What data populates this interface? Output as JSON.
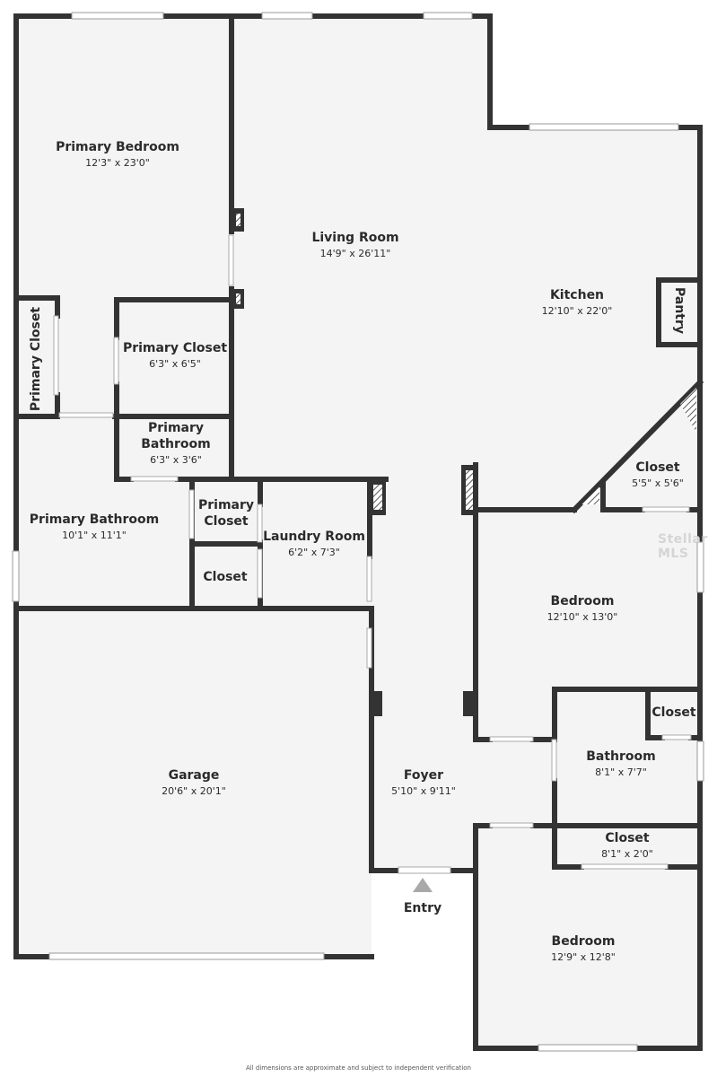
{
  "rooms": {
    "primary_bedroom": {
      "name": "Primary Bedroom",
      "dims": "12'3\" x 23'0\""
    },
    "living_room": {
      "name": "Living Room",
      "dims": "14'9\" x 26'11\""
    },
    "kitchen": {
      "name": "Kitchen",
      "dims": "12'10\" x 22'0\""
    },
    "pantry": {
      "name": "Pantry"
    },
    "primary_closet_side": {
      "name": "Primary Closet"
    },
    "primary_closet": {
      "name": "Primary Closet",
      "dims": "6'3\" x 6'5\""
    },
    "primary_bathroom_small": {
      "name": "Primary\nBathroom",
      "line1": "Primary",
      "line2": "Bathroom",
      "dims": "6'3\" x 3'6\""
    },
    "closet_kitchen": {
      "name": "Closet",
      "dims": "5'5\" x 5'6\""
    },
    "primary_bathroom": {
      "name": "Primary Bathroom",
      "dims": "10'1\" x 11'1\""
    },
    "primary_closet_small": {
      "line1": "Primary",
      "line2": "Closet"
    },
    "laundry_room": {
      "name": "Laundry Room",
      "dims": "6'2\" x 7'3\""
    },
    "closet_laundry": {
      "name": "Closet"
    },
    "bedroom_1": {
      "name": "Bedroom",
      "dims": "12'10\" x 13'0\""
    },
    "closet_bath": {
      "name": "Closet"
    },
    "bathroom": {
      "name": "Bathroom",
      "dims": "8'1\" x 7'7\""
    },
    "garage": {
      "name": "Garage",
      "dims": "20'6\" x 20'1\""
    },
    "foyer": {
      "name": "Foyer",
      "dims": "5'10\" x 9'11\""
    },
    "closet_hall": {
      "name": "Closet",
      "dims": "8'1\" x 2'0\""
    },
    "bedroom_2": {
      "name": "Bedroom",
      "dims": "12'9\" x 12'8\""
    }
  },
  "entry_label": "Entry",
  "watermark": "Stellar MLS",
  "footer": "All dimensions are approximate and subject to independent verification",
  "colors": {
    "wall": "#333333",
    "floor": "#f4f4f4",
    "hatch": "#555555"
  }
}
